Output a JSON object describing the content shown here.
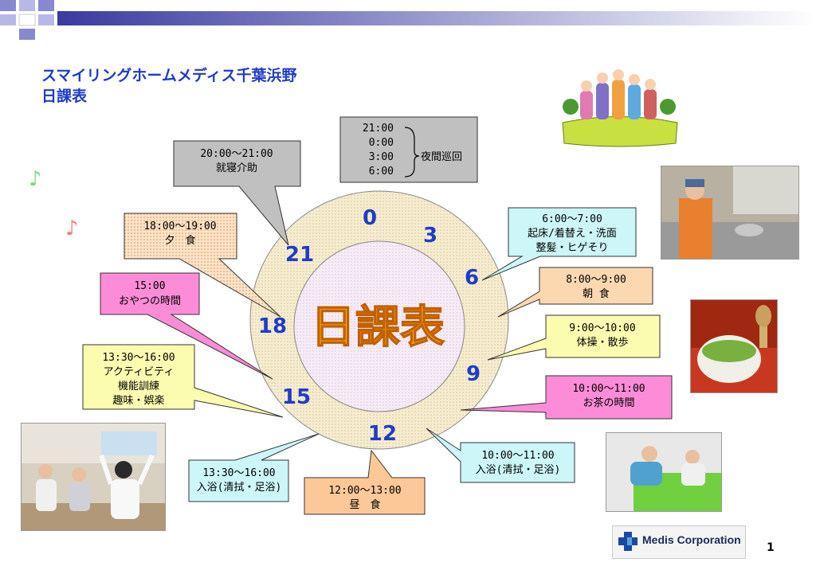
{
  "title": {
    "line1": "スマイリングホームメディス千葉浜野",
    "line2": "日課表"
  },
  "center_label": "日課表",
  "clock_numbers": [
    "0",
    "3",
    "6",
    "9",
    "12",
    "15",
    "18",
    "21"
  ],
  "callouts": {
    "night": {
      "times": [
        "21:00",
        "0:00",
        "3:00",
        "6:00"
      ],
      "label": "夜間巡回"
    },
    "bedtime": {
      "time": "20:00～21:00",
      "label": "就寝介助"
    },
    "dinner": {
      "time": "18:00～19:00",
      "label": "夕　食"
    },
    "snack": {
      "time": "15:00",
      "label": "おやつの時間"
    },
    "activity": {
      "time": "13:30～16:00",
      "lines": [
        "アクティビティ",
        "機能訓練",
        "趣味・娯楽"
      ]
    },
    "bath_pm": {
      "time": "13:30～16:00",
      "label": "入浴(清拭・足浴)"
    },
    "lunch": {
      "time": "12:00～13:00",
      "label": "昼　食"
    },
    "bath_am": {
      "time": "10:00～11:00",
      "label": "入浴(清拭・足浴)"
    },
    "tea": {
      "time": "10:00～11:00",
      "label": "お茶の時間"
    },
    "exercise": {
      "time": "9:00～10:00",
      "label": "体操・散歩"
    },
    "breakfast": {
      "time": "8:00～9:00",
      "label": "朝 食"
    },
    "wakeup": {
      "time": "6:00～7:00",
      "lines": [
        "起床/着替え・洗面",
        "整髪・ヒゲそり"
      ]
    }
  },
  "logo": {
    "text": "Medis Corporation"
  },
  "page_number": "1",
  "colors": {
    "accent": "#1f3cc8",
    "gray": "#c0c0c0",
    "cyan": "#ccf6f8",
    "orange": "#fcc898",
    "yellow": "#fcfcb0",
    "pink": "#fc8cd8",
    "salmon": "#fcd8b0"
  }
}
